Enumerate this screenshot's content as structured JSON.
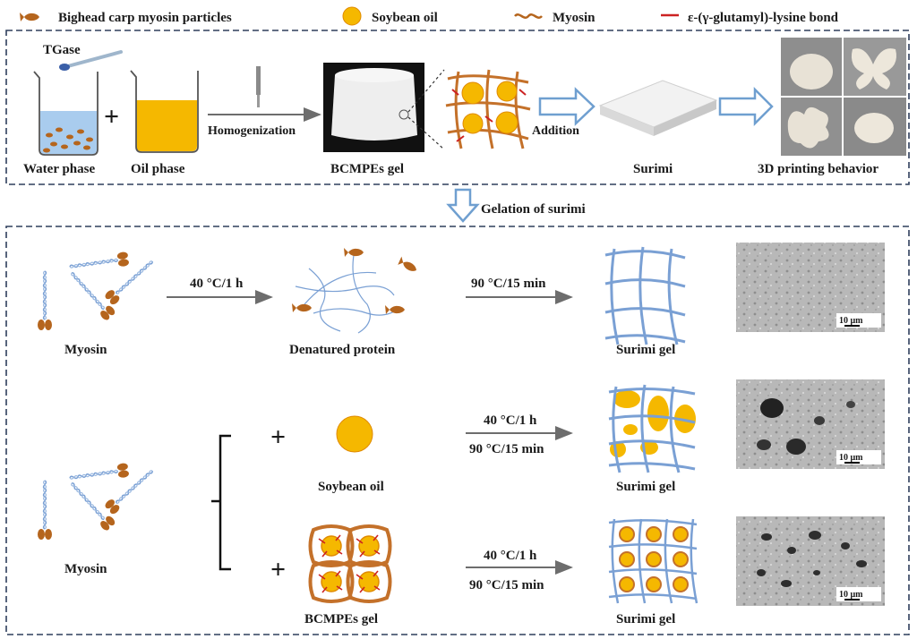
{
  "legend": {
    "particles": "Bighead carp myosin particles",
    "oil": "Soybean oil",
    "myosin": "Myosin",
    "bond": "ε-(γ-glutamyl)-lysine bond"
  },
  "top": {
    "tgase": "TGase",
    "water_phase": "Water phase",
    "oil_phase": "Oil phase",
    "homogenization": "Homogenization",
    "bcmpes_gel": "BCMPEs gel",
    "addition": "Addition",
    "surimi": "Surimi",
    "printing": "3D printing behavior"
  },
  "gelation": "Gelation of surimi",
  "bottom": {
    "row1": {
      "start": "Myosin",
      "step1": "40 °C/1 h",
      "mid": "Denatured protein",
      "step2": "90 °C/15 min",
      "end": "Surimi gel",
      "scale": "10 μm"
    },
    "row2": {
      "start": "Myosin",
      "oil_label": "Soybean oil",
      "step1": "40 °C/1 h",
      "step2": "90 °C/15 min",
      "end": "Surimi gel",
      "scale": "10 μm"
    },
    "row3": {
      "gel_label": "BCMPEs gel",
      "step1": "40 °C/1 h",
      "step2": "90 °C/15 min",
      "end": "Surimi gel",
      "scale": "10 μm"
    }
  },
  "colors": {
    "myosin_brown": "#b5651d",
    "oil_yellow": "#f5b800",
    "network_blue": "#7aa0d4",
    "bond_red": "#cc2222",
    "dash_box": "#2e3e5c"
  }
}
